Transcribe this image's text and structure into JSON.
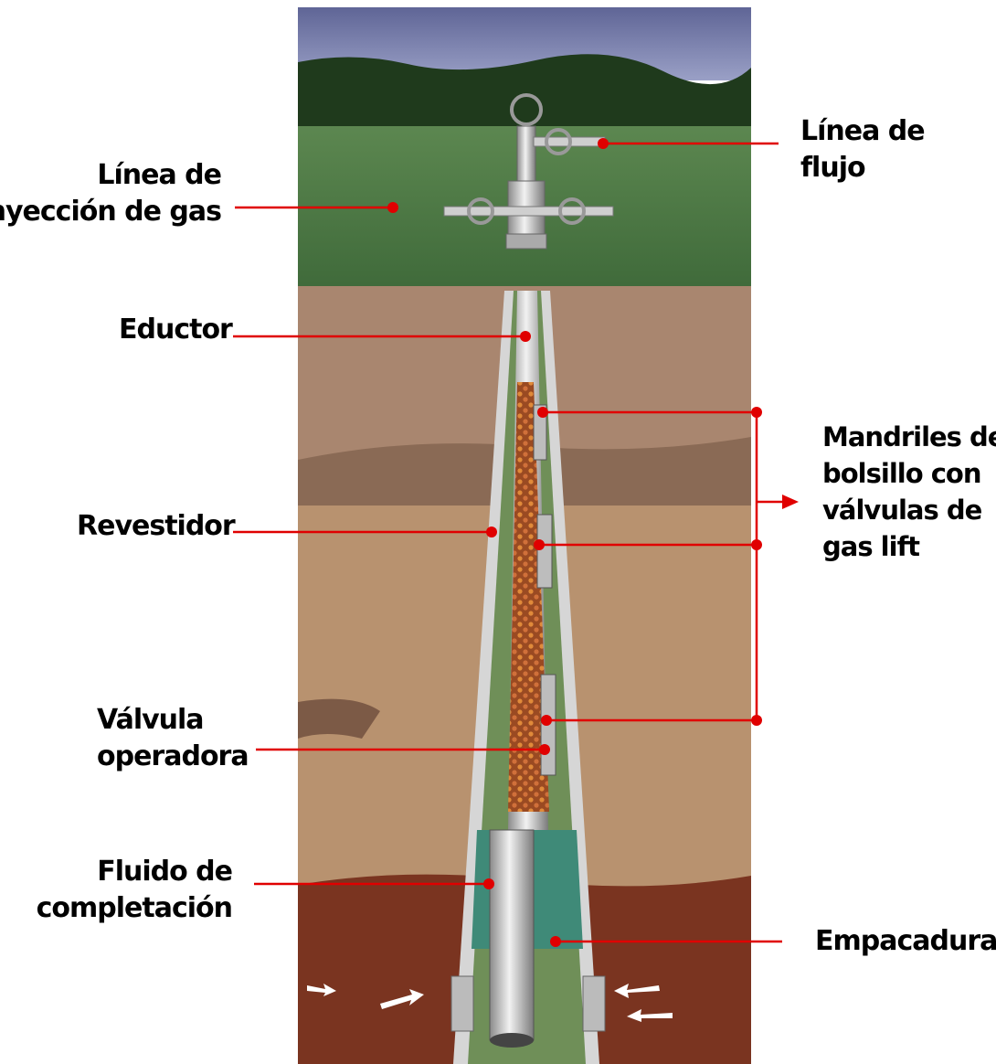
{
  "labels": {
    "flow_line": [
      "Línea de",
      "flujo"
    ],
    "gas_injection_line": [
      "Línea de",
      "inyección de gas"
    ],
    "tubing": "Eductor",
    "casing": "Revestidor",
    "mandrels": [
      "Mandriles de",
      "bolsillo con",
      "válvulas de",
      "gas lift"
    ],
    "operating_valve": [
      "Válvula",
      "operadora"
    ],
    "completion_fluid": [
      "Fluido de",
      "completación"
    ],
    "packer": "Empacadura"
  },
  "colors": {
    "leader_line": "#e00000",
    "sky": "#6a6f9e",
    "hills": "#1f3a1c",
    "grass": "#4f7a45",
    "earth": "#a9866f",
    "earth_dark": "#8a6a55",
    "deep_earth": "#7a3420",
    "pipe": "#c8c8c8",
    "fluid": "#3f8a78",
    "gas_bubbles": "#c0602a"
  }
}
